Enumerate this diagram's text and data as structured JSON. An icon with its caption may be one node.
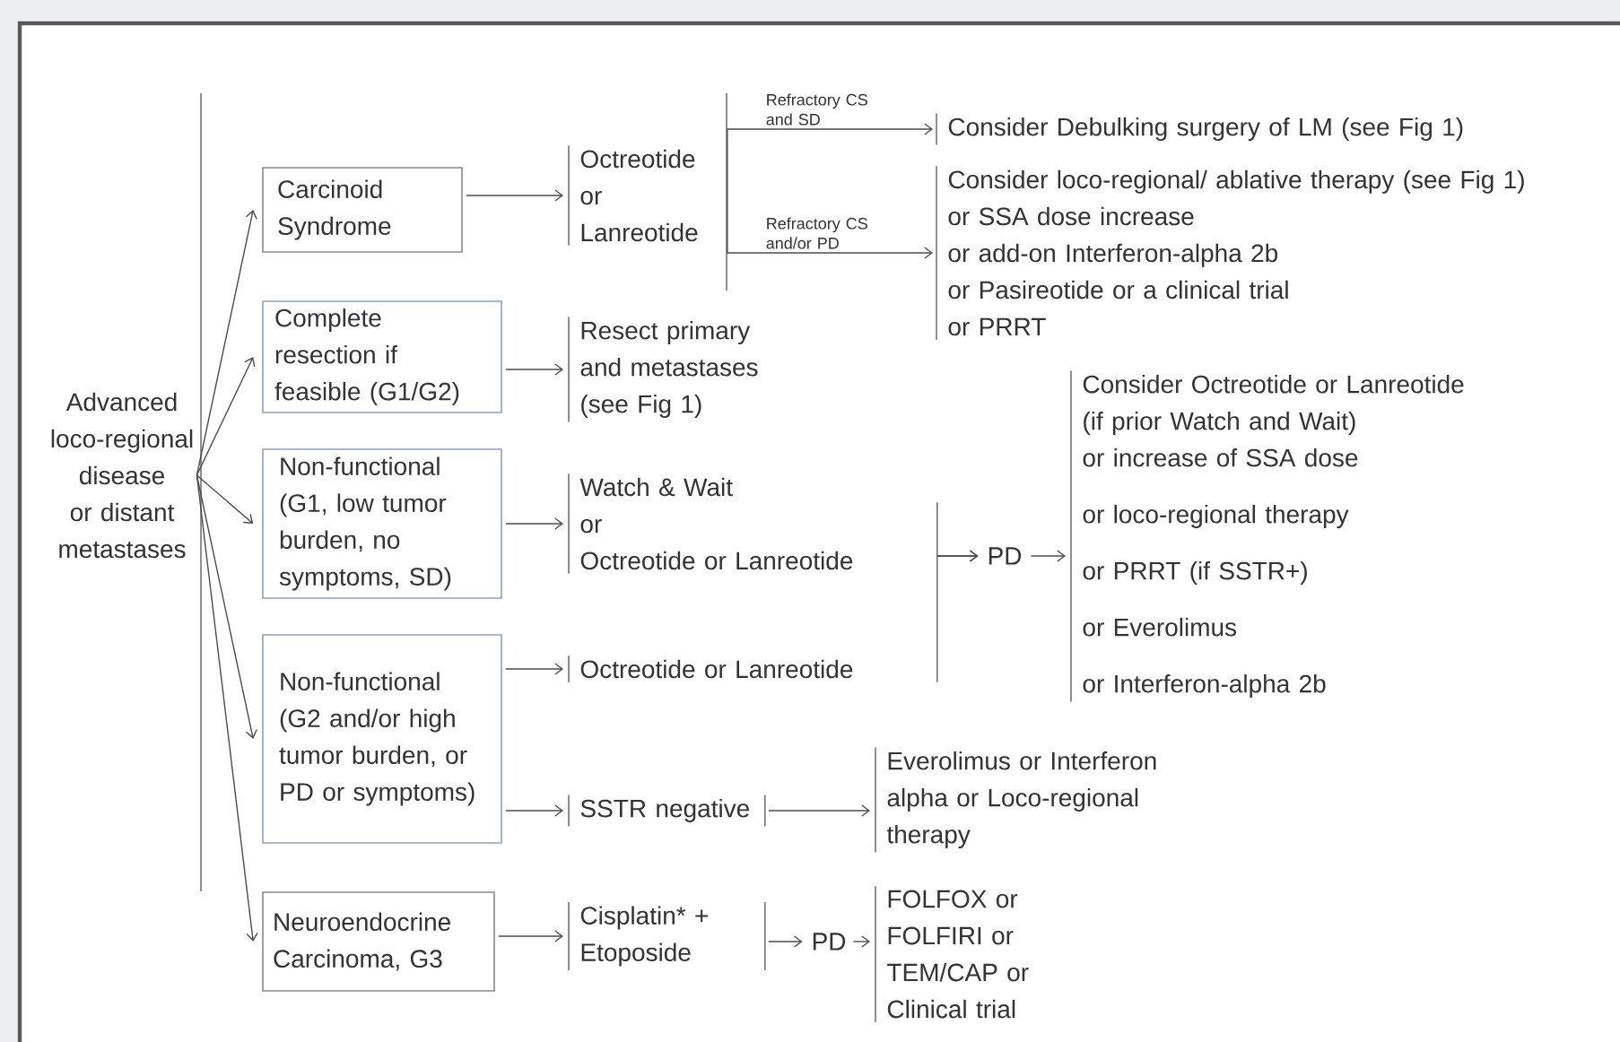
{
  "diagram": {
    "nodes": [
      {
        "text": [
          "Advanced loco-regional disease or distant metastases"
        ]
      },
      {
        "text": [
          "Carcinoid Syndrome"
        ]
      },
      {
        "text": [
          "Complete resection if feasible (G1/G2)"
        ]
      },
      {
        "text": [
          "Non-functional (G1, low tumor burden, no symptoms, SD)"
        ]
      },
      {
        "text": [
          "Non-functional (G2 and/or high tumor burden, or PD or symptoms)"
        ]
      },
      {
        "text": [
          "Neuroendocrine Carcinoma, G3"
        ]
      },
      {
        "text": [
          "Octreotide or Lanreotide"
        ]
      },
      {
        "text": [
          "Resect primary and metastases (see Fig 1)"
        ]
      },
      {
        "text": [
          "Watch & Wait",
          "or",
          "Octreotide or Lanreotide"
        ]
      },
      {
        "text": [
          "Octreotide or Lanreotide"
        ]
      },
      {
        "text": [
          "SSTR negative"
        ]
      },
      {
        "text": [
          "Cisplatin* + Etoposide"
        ]
      },
      {
        "text": [
          "Consider Debulking surgery of LM (see Fig 1)"
        ]
      },
      {
        "text": [
          "Consider loco-regional/ ablative therapy (see Fig 1)",
          "or SSA dose increase",
          "or add-on Interferon-alpha 2b",
          "or Pasireotide or a clinical trial",
          "or PRRT"
        ]
      },
      {
        "text": [
          "PD"
        ]
      },
      {
        "text": [
          "Consider Octreotide or Lanreotide",
          "(if prior Watch and Wait)",
          "or increase of  SSA dose",
          "or loco-regional therapy",
          "or PRRT (if SSTR+)",
          "or Everolimus",
          "or Interferon-alpha 2b"
        ]
      },
      {
        "text": [
          "Everolimus or Interferon alpha or Loco-regional therapy"
        ]
      },
      {
        "text": [
          "PD"
        ]
      },
      {
        "text": [
          "FOLFOX or FOLFIRI or TEM/CAP or Clinical trial"
        ]
      }
    ],
    "edges": [
      {
        "from": 0,
        "to": 1,
        "arrow": "to"
      },
      {
        "from": 0,
        "to": 2,
        "arrow": "to"
      },
      {
        "from": 0,
        "to": 3,
        "arrow": "to"
      },
      {
        "from": 0,
        "to": 4,
        "arrow": "to"
      },
      {
        "from": 0,
        "to": 5,
        "arrow": "to"
      },
      {
        "from": 1,
        "to": 6,
        "arrow": "to"
      },
      {
        "from": 2,
        "to": 7,
        "arrow": "to"
      },
      {
        "from": 3,
        "to": 8,
        "arrow": "to"
      },
      {
        "from": 4,
        "to": 9,
        "arrow": "to"
      },
      {
        "from": 4,
        "to": 10,
        "arrow": "to"
      },
      {
        "from": 5,
        "to": 11,
        "arrow": "to"
      },
      {
        "from": 6,
        "to": 12,
        "arrow": "to",
        "label": "Refractory CS and SD"
      },
      {
        "from": 6,
        "to": 13,
        "arrow": "to",
        "label": "Refractory CS and/or PD"
      },
      {
        "from": 8,
        "to": 14,
        "arrow": "to"
      },
      {
        "from": 9,
        "to": 14,
        "arrow": "to"
      },
      {
        "from": 14,
        "to": 15,
        "arrow": "to"
      },
      {
        "from": 10,
        "to": 16,
        "arrow": "to"
      },
      {
        "from": 11,
        "to": 17,
        "arrow": "to"
      },
      {
        "from": 17,
        "to": 18,
        "arrow": "to"
      }
    ]
  }
}
